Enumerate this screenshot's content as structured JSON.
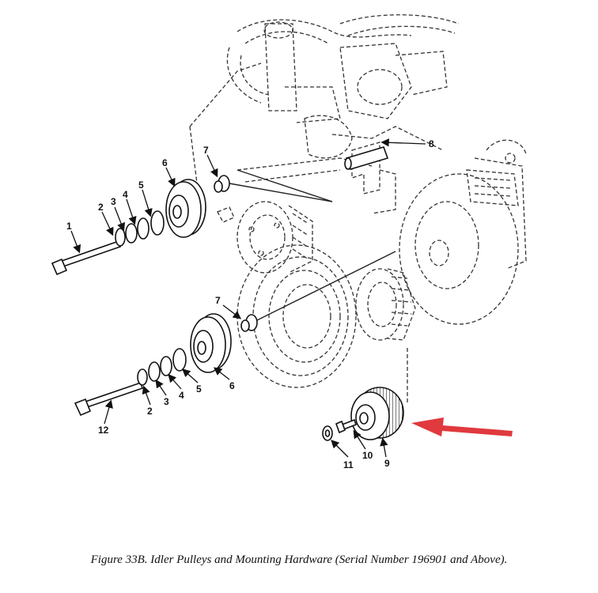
{
  "caption": "Figure 33B.  Idler Pulleys and Mounting Hardware (Serial Number 196901 and Above).",
  "callouts": {
    "c1": "1",
    "c2a": "2",
    "c3a": "3",
    "c4a": "4",
    "c5a": "5",
    "c6a": "6",
    "c7a": "7",
    "c8": "8",
    "c7b": "7",
    "c2b": "2",
    "c3b": "3",
    "c4b": "4",
    "c5b": "5",
    "c6b": "6",
    "c12": "12",
    "c9": "9",
    "c10": "10",
    "c11": "11"
  },
  "arrow_color": "#e0393e"
}
